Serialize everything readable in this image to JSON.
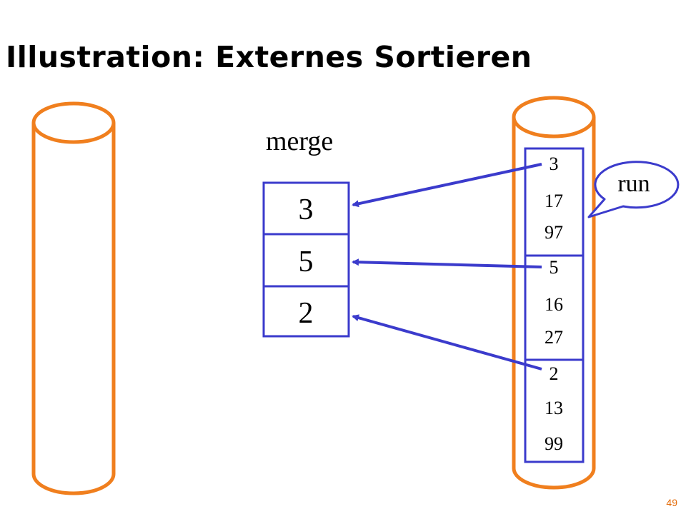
{
  "title": "Illustration: Externes Sortieren",
  "merge_label": "merge",
  "merge_buffer": [
    "3",
    "5",
    "2"
  ],
  "runs": [
    [
      "3",
      "17",
      "97"
    ],
    [
      "5",
      "16",
      "27"
    ],
    [
      "2",
      "13",
      "99"
    ]
  ],
  "callout": "run",
  "page_number": "49",
  "colors": {
    "cylinder": "#f07f1e",
    "boxes": "#3b3bcc",
    "accent": "#e36c0a"
  }
}
